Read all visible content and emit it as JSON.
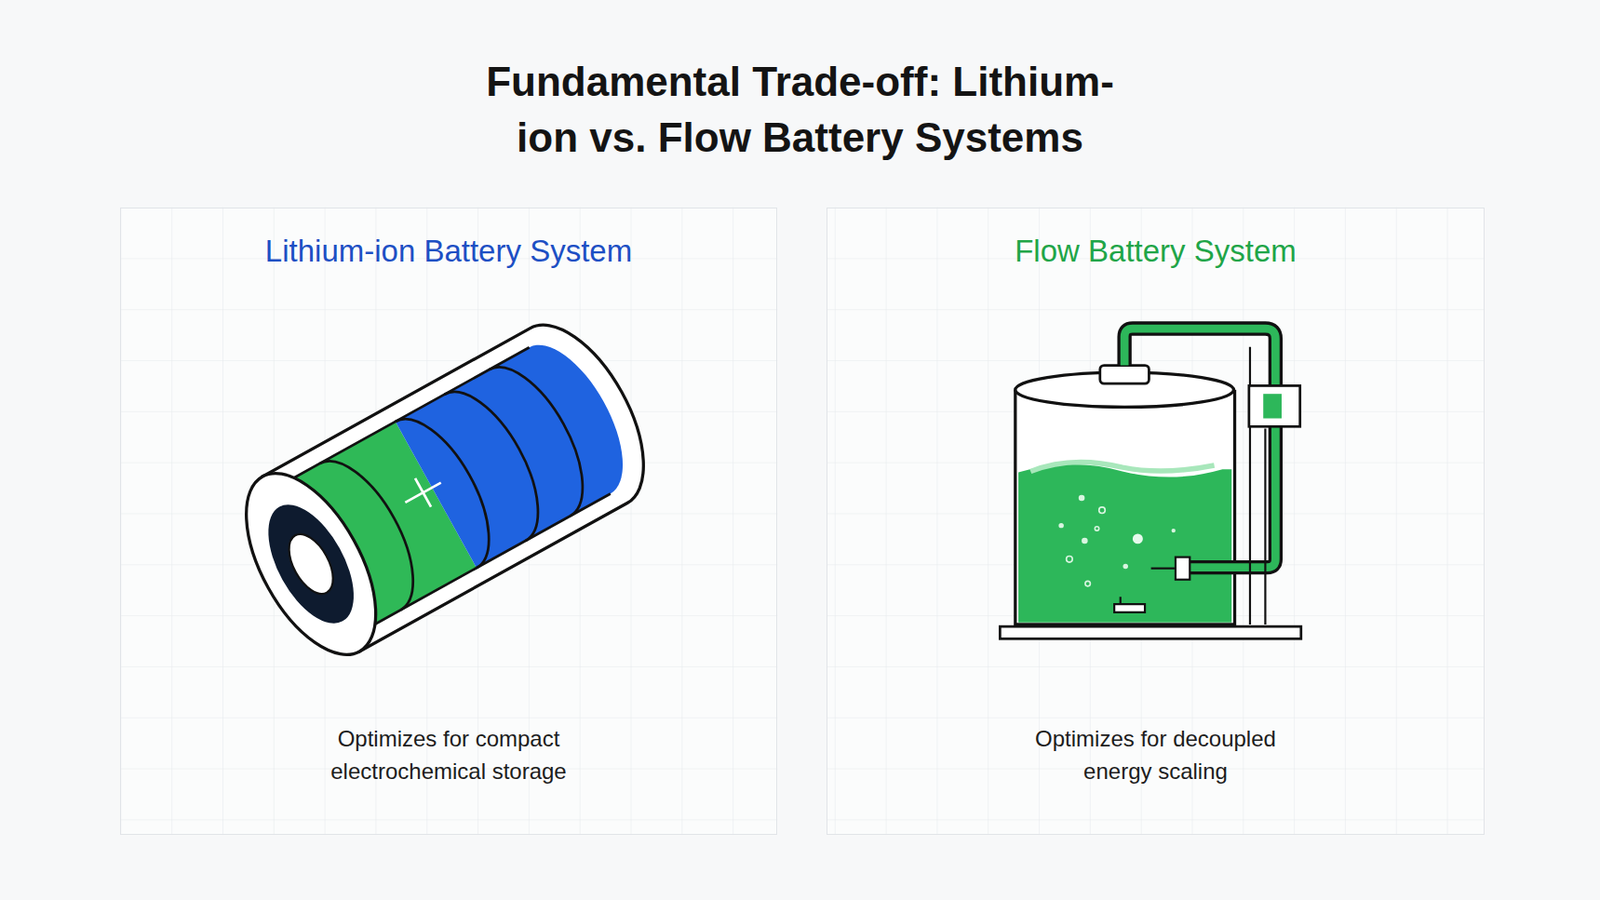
{
  "diagram": {
    "title": "Fundamental Trade-off: Lithium-ion vs. Flow Battery Systems",
    "nodes": [
      {
        "text": [
          "Lithium-ion Battery System",
          "Optimizes for compact electrochemical storage"
        ]
      },
      {
        "text": [
          "Flow Battery System",
          "Optimizes for decoupled energy scaling"
        ]
      }
    ]
  }
}
